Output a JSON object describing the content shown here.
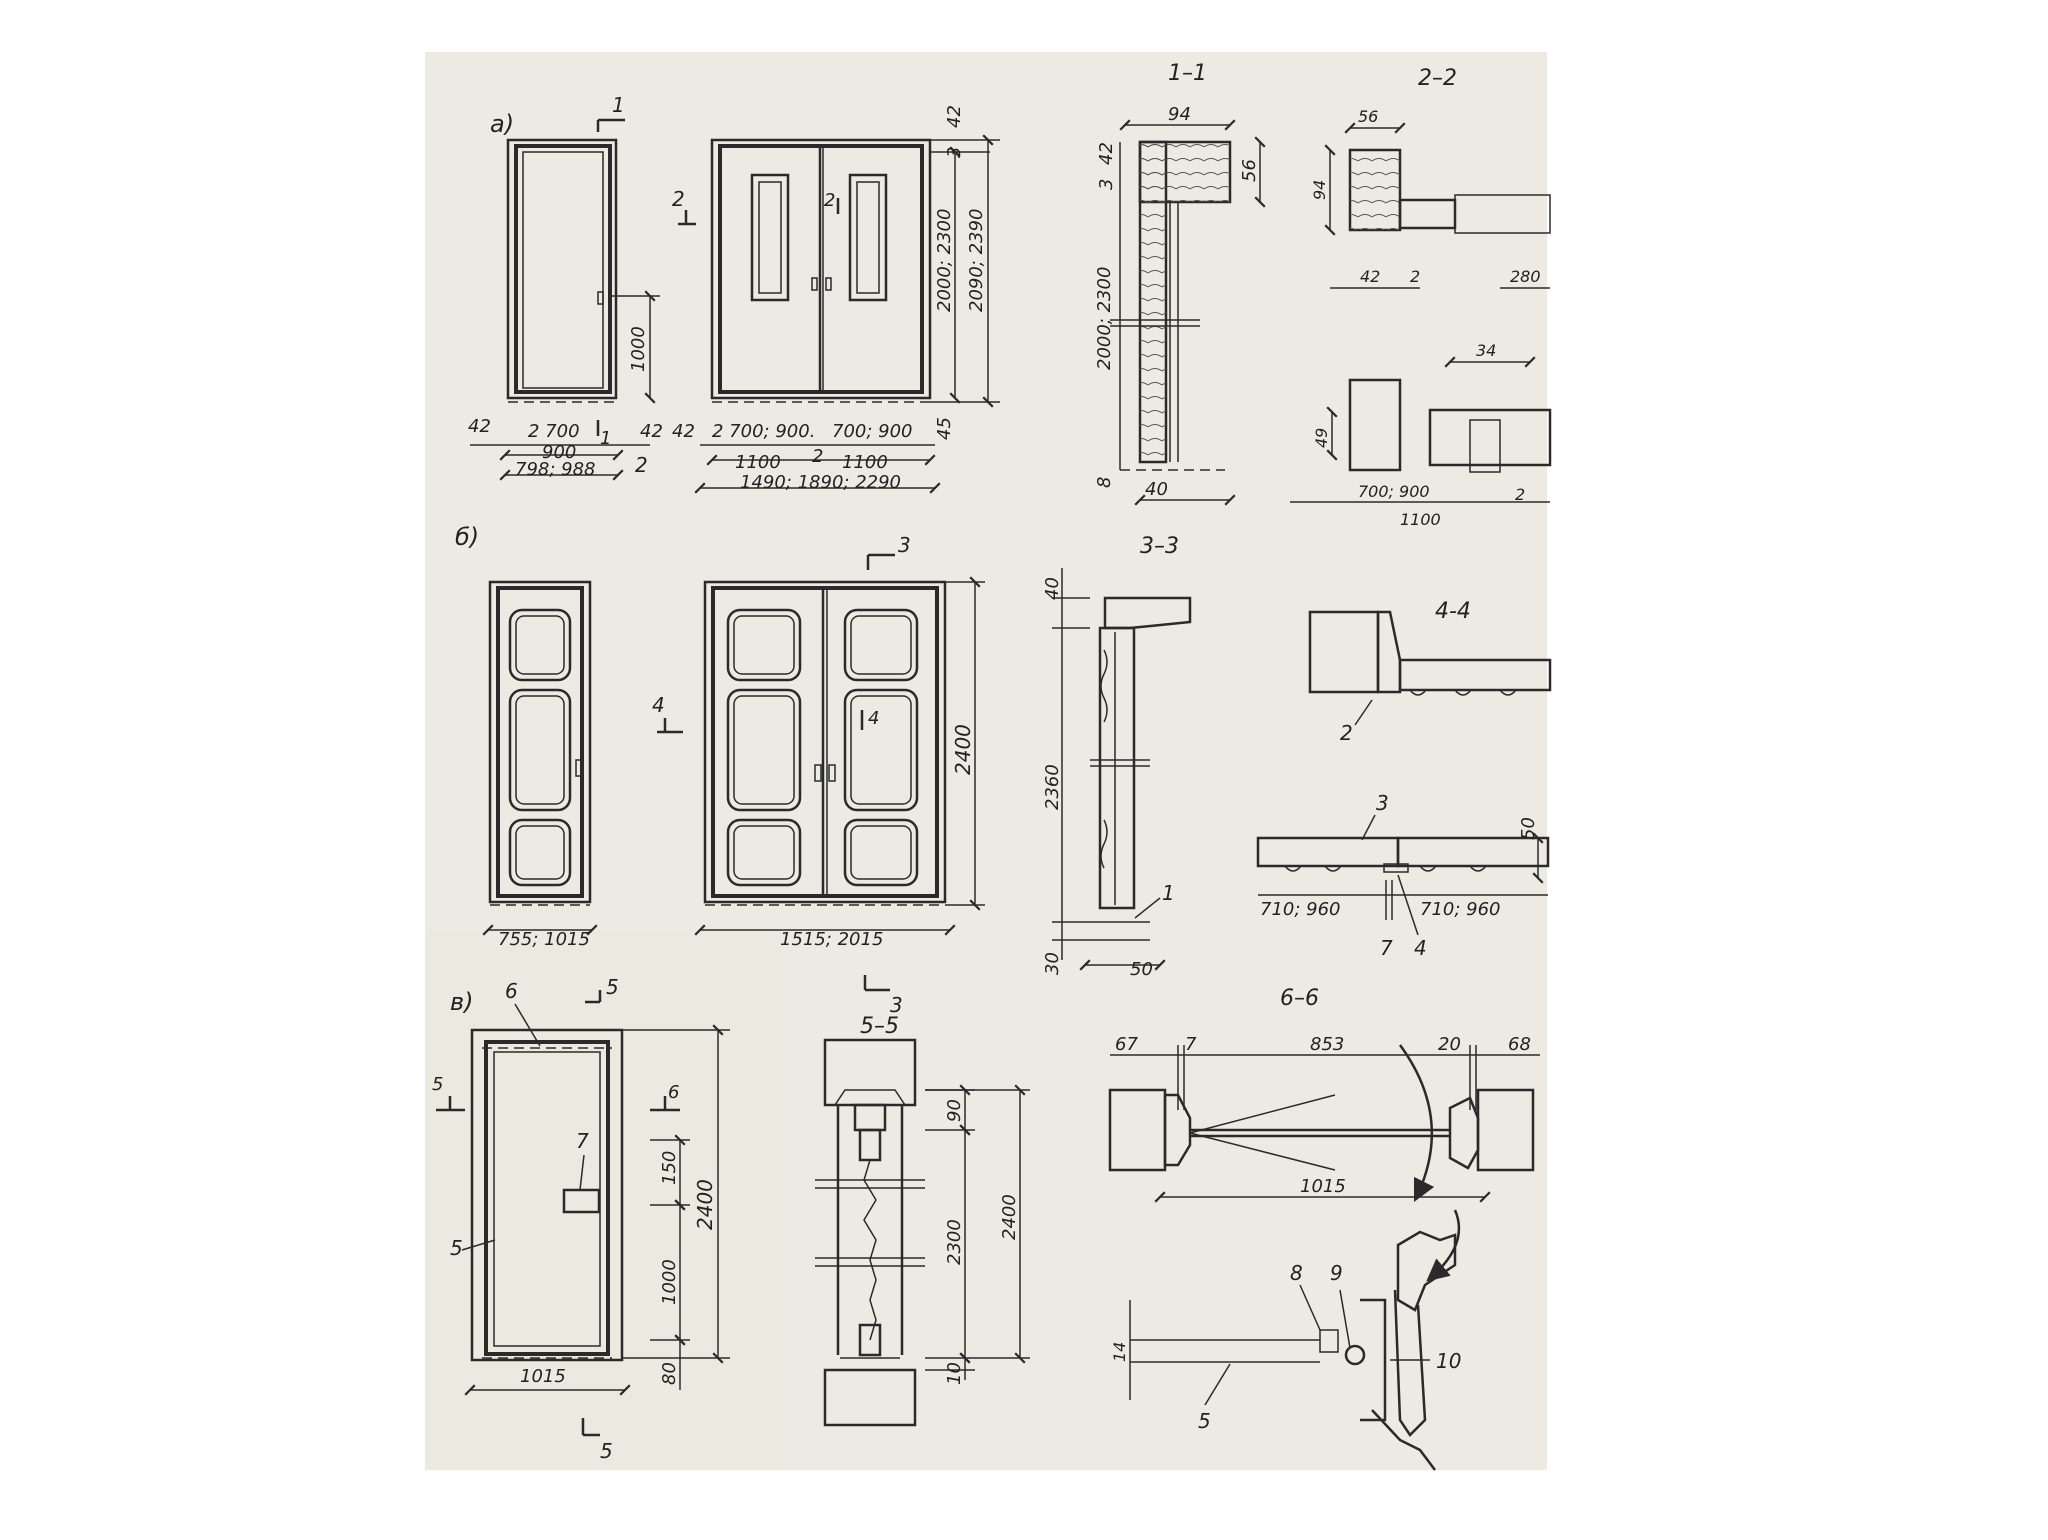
{
  "colors": {
    "paper": "#eceae3",
    "ink": "#2a2a2a",
    "wood": "#d8d2c2",
    "background": "#ffffff"
  },
  "section_letters": {
    "a": "а)",
    "b": "б)",
    "v": "в)"
  },
  "section_titles": {
    "s11": "1–1",
    "s22": "2–2",
    "s33": "3–3",
    "s44": "4-4",
    "s55": "5–5",
    "s66": "6–6"
  },
  "cut_marks": {
    "c1": "1",
    "c2": "2",
    "c3": "3",
    "c4": "4",
    "c5": "5",
    "c6": "6"
  },
  "callouts": {
    "n1": "1",
    "n2": "2",
    "n3": "3",
    "n4": "4",
    "n5": "5",
    "n6": "6",
    "n7": "7",
    "n8": "8",
    "n9": "9",
    "n10": "10"
  },
  "dims": {
    "a_42": "42",
    "a_700": "2 700",
    "a_900": "900",
    "a_798": "798; 988",
    "a_1000": "1000",
    "a_700_900": "2 700; 900.",
    "a_700_900b": "700; 900",
    "a_1100": "1100",
    "a_1490": "1490; 1890; 2290",
    "a_2": "2",
    "a_45": "45",
    "a_2000": "2000; 2300",
    "a_2090": "2090; 2390",
    "a_3": "3",
    "s11_94": "94",
    "s11_56": "56",
    "s11_40": "40",
    "s11_8": "8",
    "s22_56": "56",
    "s22_94": "94",
    "s22_280": "280",
    "s22_34": "34",
    "s22_49": "49",
    "s22_700": "700; 900",
    "s22_1100": "1100",
    "b_755": "755; 1015",
    "b_1515": "1515; 2015",
    "b_2400": "2400",
    "s33_40": "40",
    "s33_2360": "2360",
    "s33_30": "30",
    "s33_50": "50",
    "s44_710": "710; 960",
    "s44_710b": "710; 960",
    "s44_50": "50",
    "v_150": "150",
    "v_1000": "1000",
    "v_2400": "2400",
    "v_80": "80",
    "v_1015": "1015",
    "s55_90": "90",
    "s55_2300": "2300",
    "s55_2400": "2400",
    "s55_10": "10",
    "s66_67": "67",
    "s66_7": "7",
    "s66_853": "853",
    "s66_20": "20",
    "s66_68": "68",
    "s66_1015": "1015",
    "s66_14": "14"
  }
}
